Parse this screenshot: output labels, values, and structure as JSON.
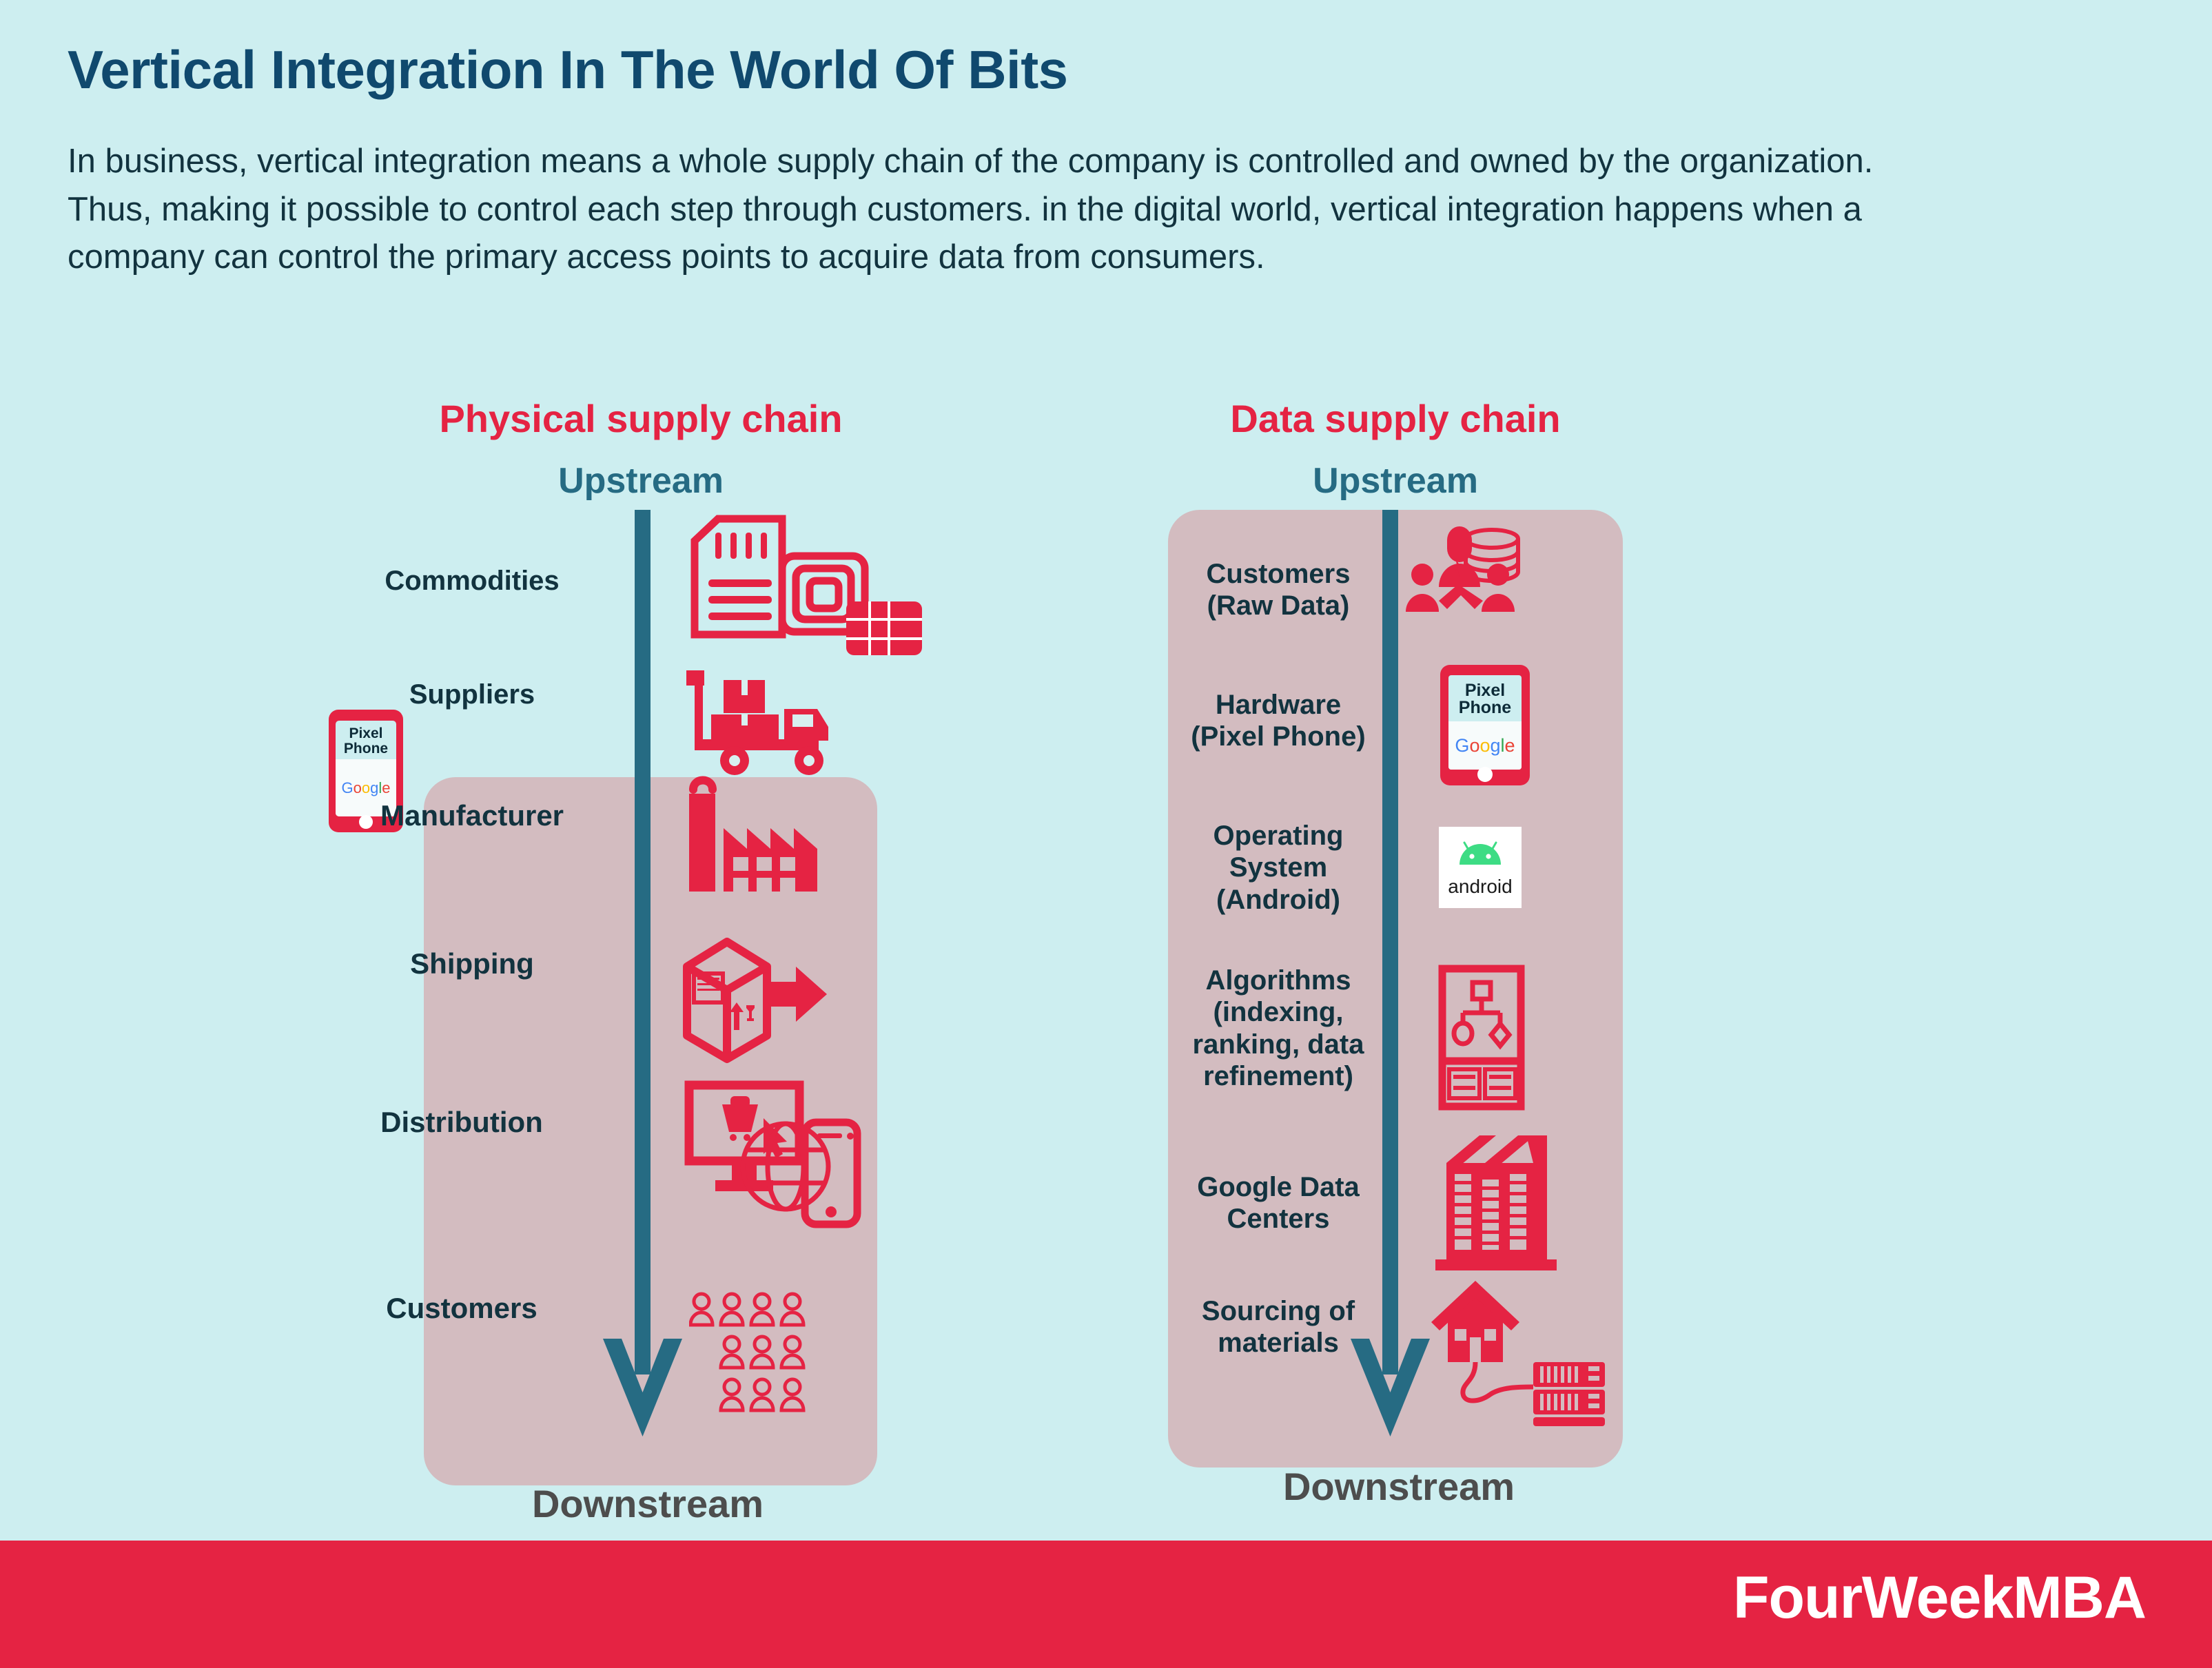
{
  "header": {
    "title": "Vertical Integration In The World Of Bits",
    "subtitle": "In business, vertical integration means a whole supply chain of the company is controlled and owned by the organization. Thus, making it possible to control each step through customers. in the digital world, vertical integration happens when a company can control the primary access points to acquire data from consumers."
  },
  "colors": {
    "background": "#cdeef0",
    "title_blue": "#10496e",
    "accent_red": "#e52343",
    "teal": "#266b83",
    "panel_pink": "#d3bcc0",
    "label_dark": "#12333f",
    "downstream_grey": "#4d4d4d"
  },
  "physical_chain": {
    "title": "Physical supply chain",
    "upstream_label": "Upstream",
    "downstream_label": "Downstream",
    "stages": [
      {
        "label": "Commodities",
        "icon": "sd-card-sim-chip-icon"
      },
      {
        "label": "Suppliers",
        "icon": "delivery-truck-icon"
      },
      {
        "label": "Manufacturer",
        "icon": "factory-icon"
      },
      {
        "label": "Shipping",
        "icon": "shipping-box-arrow-icon"
      },
      {
        "label": "Distribution",
        "icon": "ecommerce-monitor-phone-globe-icon"
      },
      {
        "label": "Customers",
        "icon": "people-group-icon"
      }
    ]
  },
  "data_chain": {
    "title": "Data supply chain",
    "upstream_label": "Upstream",
    "downstream_label": "Downstream",
    "stages": [
      {
        "label": "Customers\n(Raw Data)",
        "icon": "users-database-icon"
      },
      {
        "label": "Hardware\n(Pixel Phone)",
        "icon": "pixel-phone-icon"
      },
      {
        "label": "Operating\nSystem\n(Android)",
        "icon": "android-logo-icon"
      },
      {
        "label": "Algorithms\n(indexing,\nranking, data\nrefinement)",
        "icon": "algorithm-flow-icon"
      },
      {
        "label": "Google Data\nCenters",
        "icon": "data-center-building-icon"
      },
      {
        "label": "Sourcing of\nmaterials",
        "icon": "house-servers-icon"
      }
    ]
  },
  "pixel_phone_widget": {
    "line1": "Pixel",
    "line2": "Phone",
    "brand": "Google",
    "brand_letters": [
      "G",
      "o",
      "o",
      "g",
      "l",
      "e"
    ]
  },
  "android_tile": {
    "word": "android"
  },
  "footer": {
    "brand": "FourWeekMBA"
  }
}
